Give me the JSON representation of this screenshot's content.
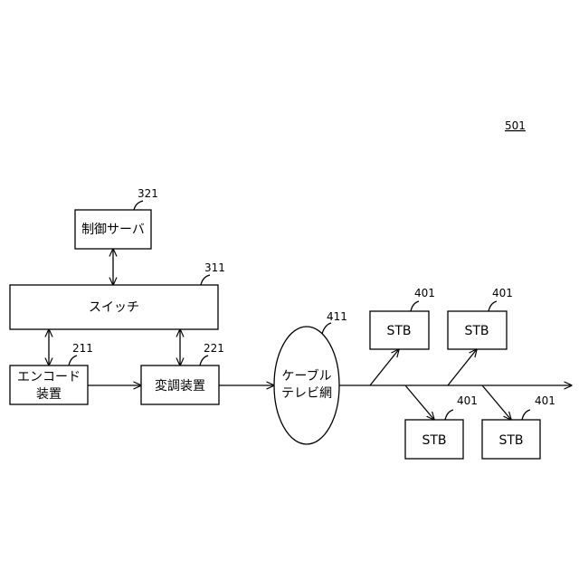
{
  "figure_number": "501",
  "nodes": {
    "control_server": {
      "label": "制御サーバ",
      "ref": "321"
    },
    "switch": {
      "label": "スイッチ",
      "ref": "311"
    },
    "encoder": {
      "label_line1": "エンコード",
      "label_line2": "装置",
      "ref": "211"
    },
    "modulator": {
      "label": "変調装置",
      "ref": "221"
    },
    "cable_network": {
      "label_line1": "ケーブル",
      "label_line2": "テレビ網",
      "ref": "411"
    },
    "stb_top_left": {
      "label": "STB",
      "ref": "401"
    },
    "stb_top_right": {
      "label": "STB",
      "ref": "401"
    },
    "stb_bottom_left": {
      "label": "STB",
      "ref": "401"
    },
    "stb_bottom_right": {
      "label": "STB",
      "ref": "401"
    }
  },
  "edges": [
    {
      "from": "control_server",
      "to": "switch",
      "direction": "bidirectional"
    },
    {
      "from": "switch",
      "to": "encoder",
      "direction": "bidirectional"
    },
    {
      "from": "switch",
      "to": "modulator",
      "direction": "bidirectional"
    },
    {
      "from": "encoder",
      "to": "modulator",
      "direction": "forward"
    },
    {
      "from": "modulator",
      "to": "cable_network",
      "direction": "forward"
    },
    {
      "from": "cable_network",
      "to": "stb_top_left",
      "direction": "forward"
    },
    {
      "from": "cable_network",
      "to": "stb_top_right",
      "direction": "forward"
    },
    {
      "from": "cable_network",
      "to": "stb_bottom_left",
      "direction": "forward"
    },
    {
      "from": "cable_network",
      "to": "stb_bottom_right",
      "direction": "forward"
    }
  ]
}
